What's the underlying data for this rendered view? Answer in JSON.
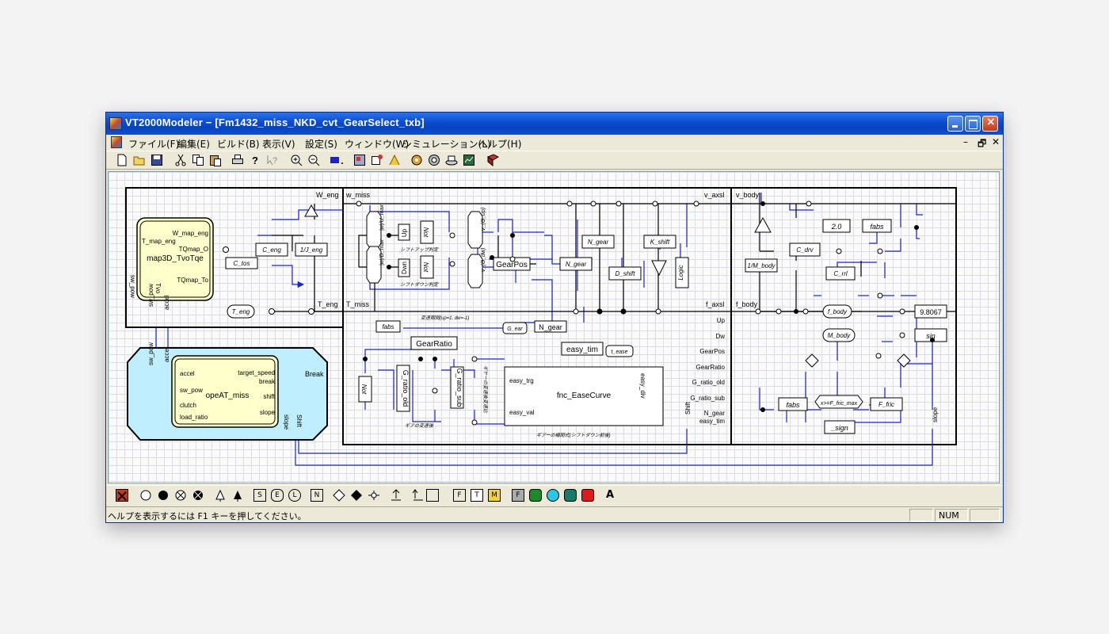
{
  "window": {
    "title": "VT2000Modeler − [Fm1432_miss_NKD_cvt_GearSelect_txb]",
    "app_icon": "vt2000-app-icon",
    "controls": [
      "minimize-icon",
      "maximize-icon",
      "close-icon"
    ],
    "mdi_controls": [
      "–",
      "🗗",
      "✕"
    ]
  },
  "menu": [
    {
      "label": "ファイル(F)"
    },
    {
      "label": "編集(E)"
    },
    {
      "label": "ビルド(B)"
    },
    {
      "label": "表示(V)"
    },
    {
      "label": "設定(S)"
    },
    {
      "label": "ウィンドウ(W)"
    },
    {
      "label": "シミュレーション(L)"
    },
    {
      "label": "ヘルプ(H)"
    }
  ],
  "toolbar": [
    "new-file-icon",
    "open-folder-icon",
    "save-icon",
    "cut-icon",
    "copy-icon",
    "paste-icon",
    "print-icon",
    "help-icon",
    "context-help-icon",
    "zoom-in-icon",
    "zoom-out-icon",
    "color-select-icon",
    "build-icon",
    "compile-icon",
    "run-icon",
    "settings-icon",
    "module-icon",
    "monitor-icon",
    "graph-icon",
    "book-icon"
  ],
  "palette": [
    "delete-icon",
    "circle-open-icon",
    "circle-filled-icon",
    "multiply-icon",
    "sum-icon",
    "triangle-open-icon",
    "triangle-filled-icon",
    "s-block-icon",
    "e-block-icon",
    "l-block-icon",
    "n-block-icon",
    "diamond-icon",
    "diamond-filled-icon",
    "switch-icon",
    "input-icon",
    "input-label-icon",
    "output-label-icon",
    "f-block-icon",
    "t-block-icon",
    "m-block-icon",
    "f-block-gray-icon",
    "green-block-icon",
    "cyan-block-icon",
    "teal-block-icon",
    "red-block-icon",
    "text-icon"
  ],
  "palette_glyphs": {
    "s": "S",
    "e": "E",
    "l": "L",
    "n": "N",
    "f": "F",
    "t": "T",
    "m": "M",
    "a": "A"
  },
  "statusbar": {
    "help_text": "ヘルプを表示するには F1 キーを押してください。",
    "indicator": "NUM"
  },
  "colors": {
    "title_blue": "#0a4bd0",
    "wire_blue": "#1a24c8",
    "block_yellow": "#ffffcc",
    "block_cyan": "#bfefff"
  },
  "diagram": {
    "map3d": {
      "name": "map3D_TvoTqe",
      "ports_left": [
        "T_map_eng"
      ],
      "ports_right": [
        "W_map_eng",
        "TQmap_O",
        "TQmap_To"
      ],
      "ports_bottom": [
        "sw_pow",
        "Tvo"
      ],
      "outside_ports": [
        "sw_pow",
        "accel"
      ]
    },
    "opeat": {
      "name": "opeAT_miss",
      "ports_left": [
        "accel",
        "sw_pow",
        "clutch",
        "load_ratio"
      ],
      "ports_right": [
        "target_speed",
        "break",
        "shift",
        "slope"
      ],
      "outside_ports": [
        "sw_pow",
        "accel"
      ],
      "outputs": [
        "Break",
        "Shift",
        "slope"
      ]
    },
    "engine_labels": [
      "W_eng",
      "T_eng",
      "C_eng",
      "1/J_eng",
      "C_tos",
      "T_eng"
    ],
    "center_labels": {
      "signals": [
        "w_miss",
        "T_miss",
        "v_axsl",
        "f_axsl",
        "Up",
        "Dw",
        "GearPos",
        "GearRatio",
        "G_ratio_old",
        "G_ratio_sub",
        "N_gear",
        "easy_tim"
      ],
      "blocks": [
        "Up",
        "Not",
        "Dwn",
        "Not",
        "GearPos",
        "N_gear",
        "fabs",
        "GearRatio",
        "G_ratio_old",
        "G_ratio_sub",
        "Not",
        "easy_tim",
        "fnc_EaseCurve",
        "easy_trg",
        "easy_val",
        "easy_div",
        "N_gear",
        "N_gear",
        "D_shift",
        "K_shift",
        "Logic",
        "t_ease",
        "G_ear",
        "Shift"
      ],
      "rotated_blocks": [
        "|w|/U_max",
        "|w|/D_max",
        "v_(G_up)",
        "v_(G_dw)"
      ],
      "captions": [
        "シフトアップ判定",
        "シフトダウン判定",
        "変速期間(up=1, dw=-1)",
        "ギアの変速後",
        "ギヤーの変速後変速比",
        "ギアーの変速後の変速率",
        "ギアーの補間式(シフトダウン前後)"
      ]
    },
    "right_labels": [
      "v_body",
      "f_body",
      "2.0",
      "fabs",
      "C_drv",
      "C_rrl",
      "1/M_body",
      "f_body",
      "9.8067",
      "M_body",
      "sin",
      "x>=F_fric_max",
      "fabs",
      "F_fric",
      "_sign",
      "slope"
    ]
  }
}
